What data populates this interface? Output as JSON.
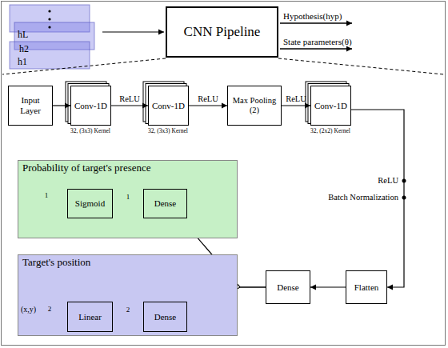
{
  "diagram": {
    "nodes": [
      {
        "text": [
          "CNN Pipeline"
        ]
      },
      {
        "text": [
          "Input Layer"
        ]
      },
      {
        "text": [
          "Conv-1D"
        ]
      },
      {
        "text": [
          "Conv-1D"
        ]
      },
      {
        "text": [
          "Max Pooling (2)"
        ]
      },
      {
        "text": [
          "Conv-1D"
        ]
      },
      {
        "text": [
          "Probability of target's presence"
        ]
      },
      {
        "text": [
          "Sigmoid"
        ],
        "in": 6
      },
      {
        "text": [
          "Dense"
        ],
        "in": 6
      },
      {
        "text": [
          "Flatten"
        ]
      },
      {
        "text": [
          "Dense"
        ]
      },
      {
        "text": [
          "Target's position"
        ]
      },
      {
        "text": [
          "Linear"
        ],
        "in": 11
      },
      {
        "text": [
          "Dense"
        ],
        "in": 11
      }
    ],
    "edges": [
      {
        "from": 1,
        "to": 2,
        "arrow": "to"
      },
      {
        "from": 2,
        "to": 3,
        "arrow": "to",
        "label": "ReLU"
      },
      {
        "from": 3,
        "to": 4,
        "arrow": "to",
        "label": "ReLU"
      },
      {
        "from": 4,
        "to": 5,
        "arrow": "to",
        "label": "ReLU"
      },
      {
        "from": 5,
        "to": 9,
        "arrow": "to"
      },
      {
        "from": 9,
        "to": 10,
        "arrow": "to"
      },
      {
        "from": 10,
        "to": 8,
        "arrow": "to"
      },
      {
        "from": 10,
        "to": 13,
        "arrow": "to"
      },
      {
        "from": 8,
        "to": 7,
        "arrow": "to",
        "label": "1"
      },
      {
        "from": 13,
        "to": 12,
        "arrow": "to",
        "label": "2"
      }
    ],
    "labels": [
      "hL",
      "h2",
      "h1",
      "Hypothesis(hyp)",
      "State parameters(θ)",
      "32, (3x3) Kernel",
      "32, (3x3) Kernel",
      "32, (2x2) Kernel",
      "ReLU",
      "Batch Normalization",
      "1",
      "2",
      "(x,y)"
    ]
  }
}
